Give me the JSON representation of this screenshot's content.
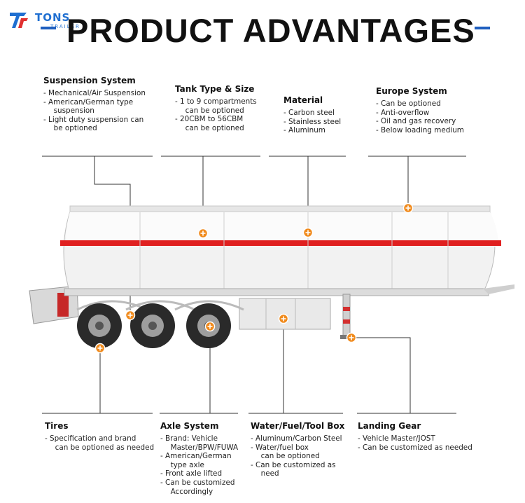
{
  "brand": {
    "name": "TONS",
    "sub": "TRAILER",
    "accent": "#1f6fd1"
  },
  "heading": {
    "title": "PRODUCT ADVANTAGES",
    "dash_color": "#1f5fbf"
  },
  "features_top": [
    {
      "title": "Suspension System",
      "items": [
        "- Mechanical/Air Suspension",
        "- American/German type\n  suspension",
        "- Light duty suspension can\n  be optioned"
      ]
    },
    {
      "title": "Tank Type & Size",
      "items": [
        "- 1 to 9 compartments\n  can be optioned",
        "- 20CBM to 56CBM\n  can be optioned"
      ]
    },
    {
      "title": "Material",
      "items": [
        "- Carbon steel",
        "- Stainless steel",
        "- Aluminum"
      ]
    },
    {
      "title": "Europe System",
      "items": [
        "- Can be optioned",
        "- Anti-overflow",
        "- Oil and gas recovery",
        "- Below loading medium"
      ]
    }
  ],
  "features_bottom": [
    {
      "title": "Tires",
      "items": [
        "- Specification and brand\n  can be optioned as needed"
      ]
    },
    {
      "title": "Axle System",
      "items": [
        "- Brand: Vehicle\n  Master/BPW/FUWA",
        "- American/German\n  type axle",
        "- Front axle lifted",
        "- Can be customized\n  Accordingly"
      ]
    },
    {
      "title": "Water/Fuel/Tool Box",
      "items": [
        "- Aluminum/Carbon Steel",
        "- Water/fuel box\n  can be optioned",
        "- Can be customized as\n  need"
      ]
    },
    {
      "title": "Landing Gear",
      "items": [
        "- Vehicle Master/JOST",
        "- Can be customized as needed"
      ]
    }
  ],
  "colors": {
    "stripe": "#e02020",
    "marker": "#f08a1c",
    "tank": "#f2f2f2",
    "tire": "#2a2a2a"
  }
}
